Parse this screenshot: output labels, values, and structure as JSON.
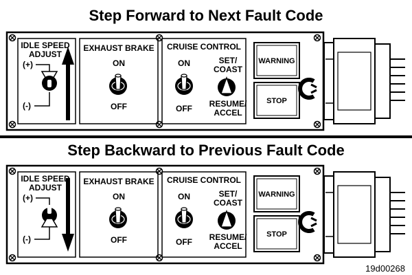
{
  "panels": [
    {
      "title": "Step Forward to Next Fault Code",
      "arrow": "up",
      "idle_speed": {
        "label_line1": "IDLE SPEED",
        "label_line2": "ADJUST",
        "plus": "(+)",
        "minus": "(-)"
      },
      "exhaust_brake": {
        "title": "EXHAUST BRAKE",
        "on": "ON",
        "off": "OFF"
      },
      "cruise_control": {
        "title": "CRUISE CONTROL",
        "on": "ON",
        "off": "OFF",
        "set_line1": "SET/",
        "set_line2": "COAST",
        "resume_line1": "RESUME/",
        "resume_line2": "ACCEL"
      },
      "warning": "WARNING",
      "stop": "STOP"
    },
    {
      "title": "Step Backward to Previous Fault Code",
      "arrow": "down",
      "idle_speed": {
        "label_line1": "IDLE SPEED",
        "label_line2": "ADJUST",
        "plus": "(+)",
        "minus": "(-)"
      },
      "exhaust_brake": {
        "title": "EXHAUST BRAKE",
        "on": "ON",
        "off": "OFF"
      },
      "cruise_control": {
        "title": "CRUISE CONTROL",
        "on": "ON",
        "off": "OFF",
        "set_line1": "SET/",
        "set_line2": "COAST",
        "resume_line1": "RESUME/",
        "resume_line2": "ACCEL"
      },
      "warning": "WARNING",
      "stop": "STOP"
    }
  ],
  "figure_id": "19d00268",
  "colors": {
    "ink": "#000000",
    "background": "#ffffff"
  }
}
